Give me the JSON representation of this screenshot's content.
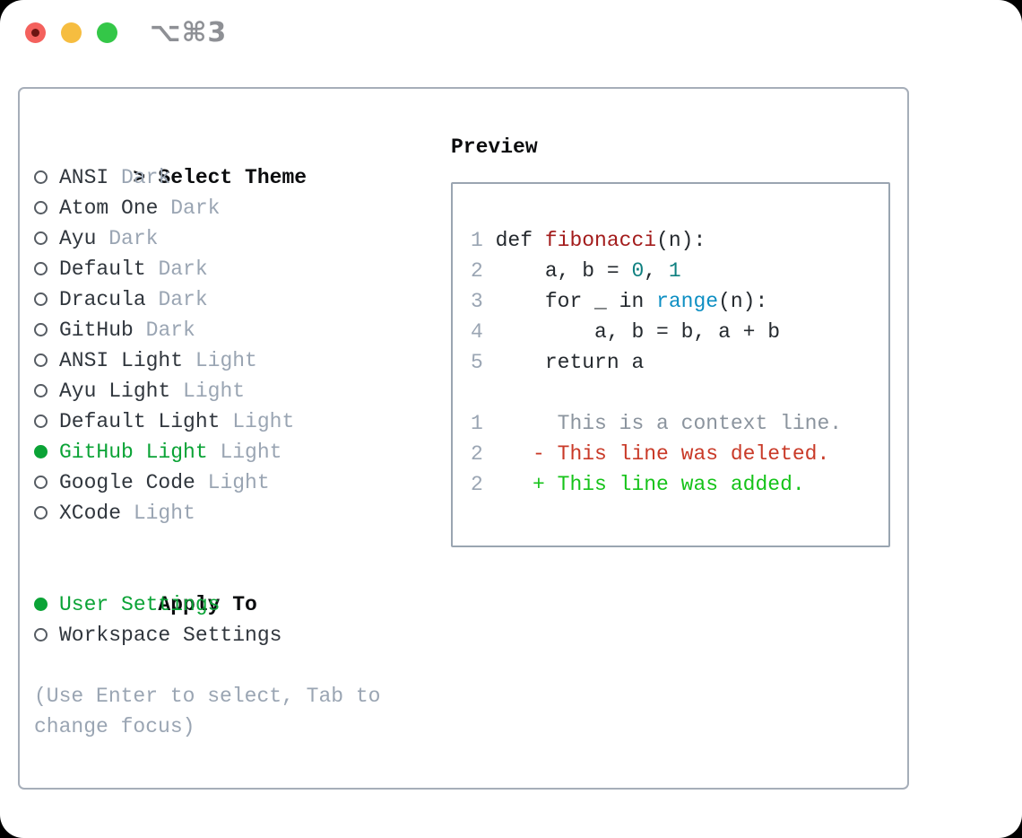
{
  "window": {
    "shortcut": "⌥⌘3",
    "traffic_lights": [
      {
        "name": "close",
        "color": "#f4615d",
        "dot_color": "#6d1512"
      },
      {
        "name": "minimize",
        "color": "#f6bd40"
      },
      {
        "name": "zoom",
        "color": "#34c748"
      }
    ]
  },
  "picker": {
    "header_prefix": ">",
    "header_label": "Select Theme",
    "themes": [
      {
        "name": "ANSI",
        "variant": "Dark",
        "selected": false
      },
      {
        "name": "Atom One",
        "variant": "Dark",
        "selected": false
      },
      {
        "name": "Ayu",
        "variant": "Dark",
        "selected": false
      },
      {
        "name": "Default",
        "variant": "Dark",
        "selected": false
      },
      {
        "name": "Dracula",
        "variant": "Dark",
        "selected": false
      },
      {
        "name": "GitHub",
        "variant": "Dark",
        "selected": false
      },
      {
        "name": "ANSI Light",
        "variant": "Light",
        "selected": false
      },
      {
        "name": "Ayu Light",
        "variant": "Light",
        "selected": false
      },
      {
        "name": "Default Light",
        "variant": "Light",
        "selected": false
      },
      {
        "name": "GitHub Light",
        "variant": "Light",
        "selected": true
      },
      {
        "name": "Google Code",
        "variant": "Light",
        "selected": false
      },
      {
        "name": "XCode",
        "variant": "Light",
        "selected": false
      }
    ],
    "apply_header": "Apply To",
    "apply_options": [
      {
        "label": "User Settings",
        "selected": true
      },
      {
        "label": "Workspace Settings",
        "selected": false
      }
    ],
    "hint_lines": [
      "(Use Enter to select, Tab to",
      "change focus)"
    ]
  },
  "preview": {
    "title": "Preview",
    "code_lines": [
      {
        "num": "1",
        "segments": [
          {
            "text": "def ",
            "token": "plain"
          },
          {
            "text": "fibonacci",
            "token": "function"
          },
          {
            "text": "(n):",
            "token": "plain"
          }
        ]
      },
      {
        "num": "2",
        "segments": [
          {
            "text": "    a, b = ",
            "token": "plain"
          },
          {
            "text": "0",
            "token": "number"
          },
          {
            "text": ", ",
            "token": "plain"
          },
          {
            "text": "1",
            "token": "number"
          }
        ]
      },
      {
        "num": "3",
        "segments": [
          {
            "text": "    for _ in ",
            "token": "plain"
          },
          {
            "text": "range",
            "token": "builtin"
          },
          {
            "text": "(n):",
            "token": "plain"
          }
        ]
      },
      {
        "num": "4",
        "segments": [
          {
            "text": "        a, b = b, a + b",
            "token": "plain"
          }
        ]
      },
      {
        "num": "5",
        "segments": [
          {
            "text": "    return a",
            "token": "plain"
          }
        ]
      }
    ],
    "diff_lines": [
      {
        "num": "1",
        "body": "     This is a context line.",
        "type": "context"
      },
      {
        "num": "2",
        "body": "   - This line was deleted.",
        "type": "deleted"
      },
      {
        "num": "2",
        "body": "   + This line was added.",
        "type": "added"
      }
    ]
  },
  "colors": {
    "selected_green": "#0ba336",
    "added_green": "#16c31a",
    "deleted_red": "#c93a28",
    "function_red": "#a31c1c",
    "number_teal": "#0f8080",
    "builtin_blue": "#0e8fc3",
    "muted_gray": "#9aa5b3",
    "context_gray": "#8b949e",
    "text_dark": "#30363d",
    "line_number_gray": "#9aa5b3"
  }
}
